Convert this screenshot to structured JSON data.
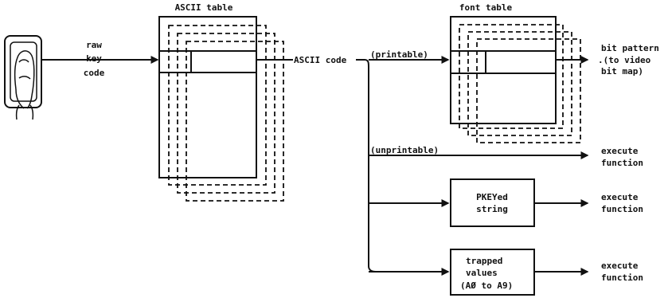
{
  "labels": {
    "ascii_table": "ASCII table",
    "font_table": "font table",
    "raw": "raw",
    "key": "key",
    "code": "code",
    "ascii_code": "ASCII code",
    "printable": "(printable)",
    "unprintable": "(unprintable)",
    "bit_pattern_1": "bit pattern",
    "bit_pattern_2": ".(to video",
    "bit_pattern_3": "bit map)",
    "execute_1": "execute",
    "function_1": "function",
    "pkey_1": "PKEYed",
    "pkey_2": "string",
    "execute_2": "execute",
    "function_2": "function",
    "trapped_1": "trapped",
    "trapped_2": "values",
    "trapped_3": "(AØ to A9)",
    "execute_3": "execute",
    "function_3": "function"
  },
  "icons": {
    "keyboard_key": "finger-pressing-key-icon"
  },
  "colors": {
    "ink": "#111111",
    "paper": "#ffffff"
  }
}
